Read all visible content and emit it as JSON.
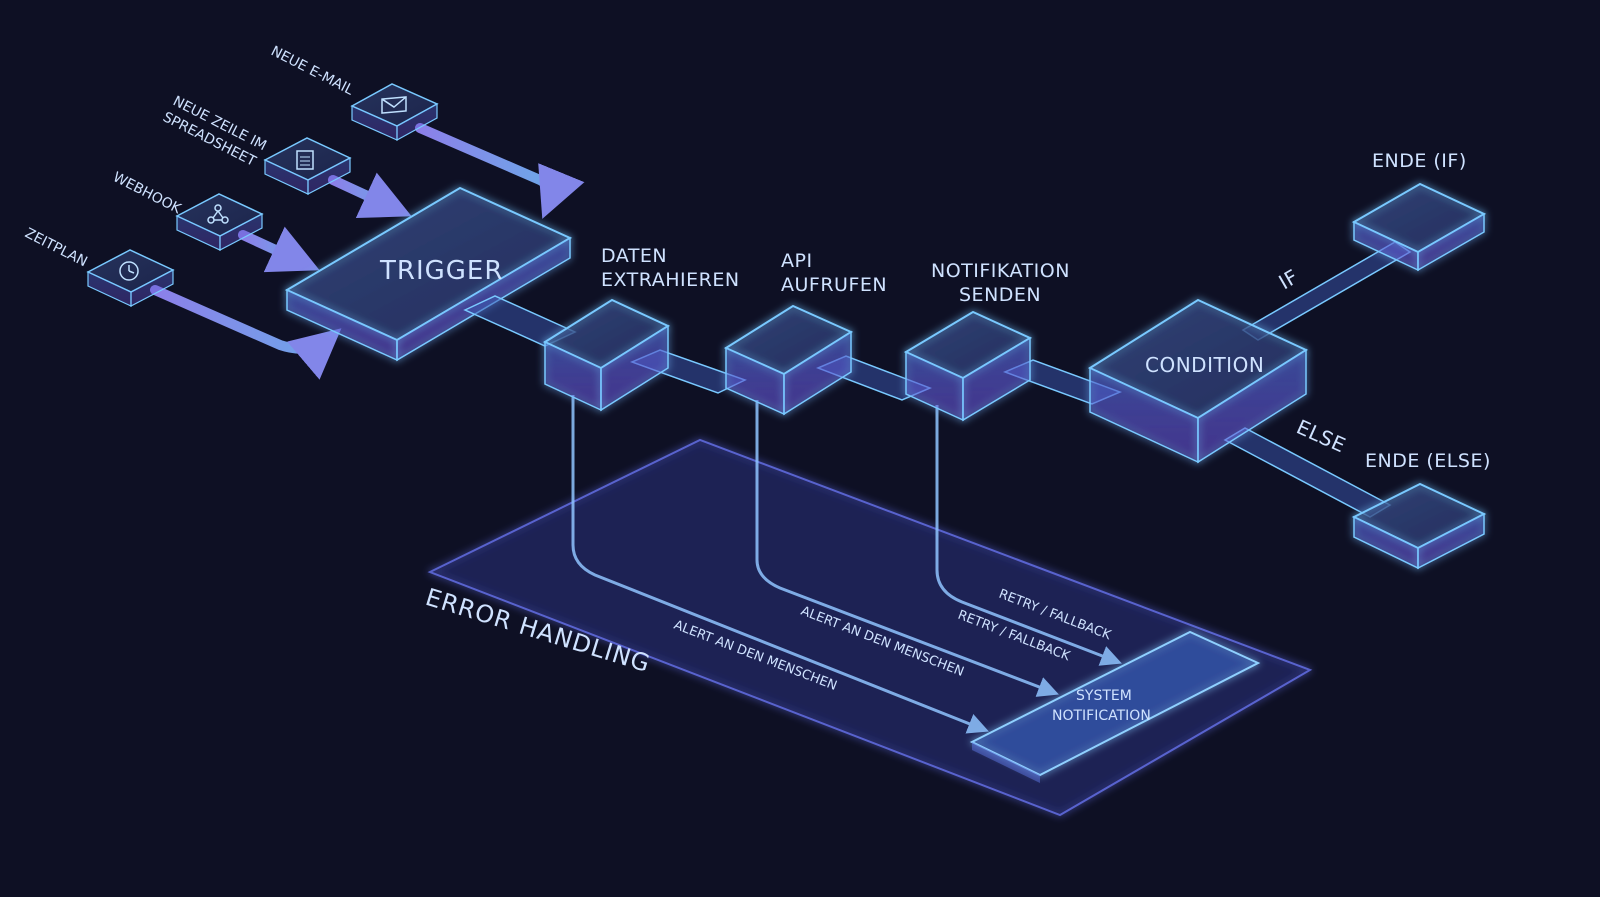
{
  "diagram": {
    "triggers": {
      "email": "NEUE E-MAIL",
      "spreadsheet_line1": "NEUE ZEILE IM",
      "spreadsheet_line2": "SPREADSHEET",
      "webhook": "WEBHOOK",
      "schedule": "ZEITPLAN"
    },
    "trigger_node": "TRIGGER",
    "steps": {
      "extract_line1": "DATEN",
      "extract_line2": "EXTRAHIEREN",
      "api_line1": "API",
      "api_line2": "AUFRUFEN",
      "notify_line1": "NOTIFIKATION",
      "notify_line2": "SENDEN"
    },
    "condition": "CONDITION",
    "if_label": "IF",
    "else_label": "ELSE",
    "end_if": "ENDE (IF)",
    "end_else": "ENDE (ELSE)",
    "error_handling": "ERROR HANDLING",
    "error_paths": {
      "alert_1": "ALERT AN DEN MENSCHEN",
      "alert_2": "ALERT AN DEN MENSCHEN",
      "retry_1": "RETRY / FALLBACK",
      "retry_2": "RETRY / FALLBACK"
    },
    "system_notification_line1": "SYSTEM",
    "system_notification_line2": "NOTIFICATION",
    "icons": [
      "envelope-icon",
      "spreadsheet-icon",
      "webhook-icon",
      "clock-icon"
    ],
    "colors": {
      "background": "#0e1024",
      "edge": "#79c9ff",
      "glow": "#5fa8ff",
      "pipe": "#8f93ff",
      "label": "#cfe2ff"
    }
  }
}
